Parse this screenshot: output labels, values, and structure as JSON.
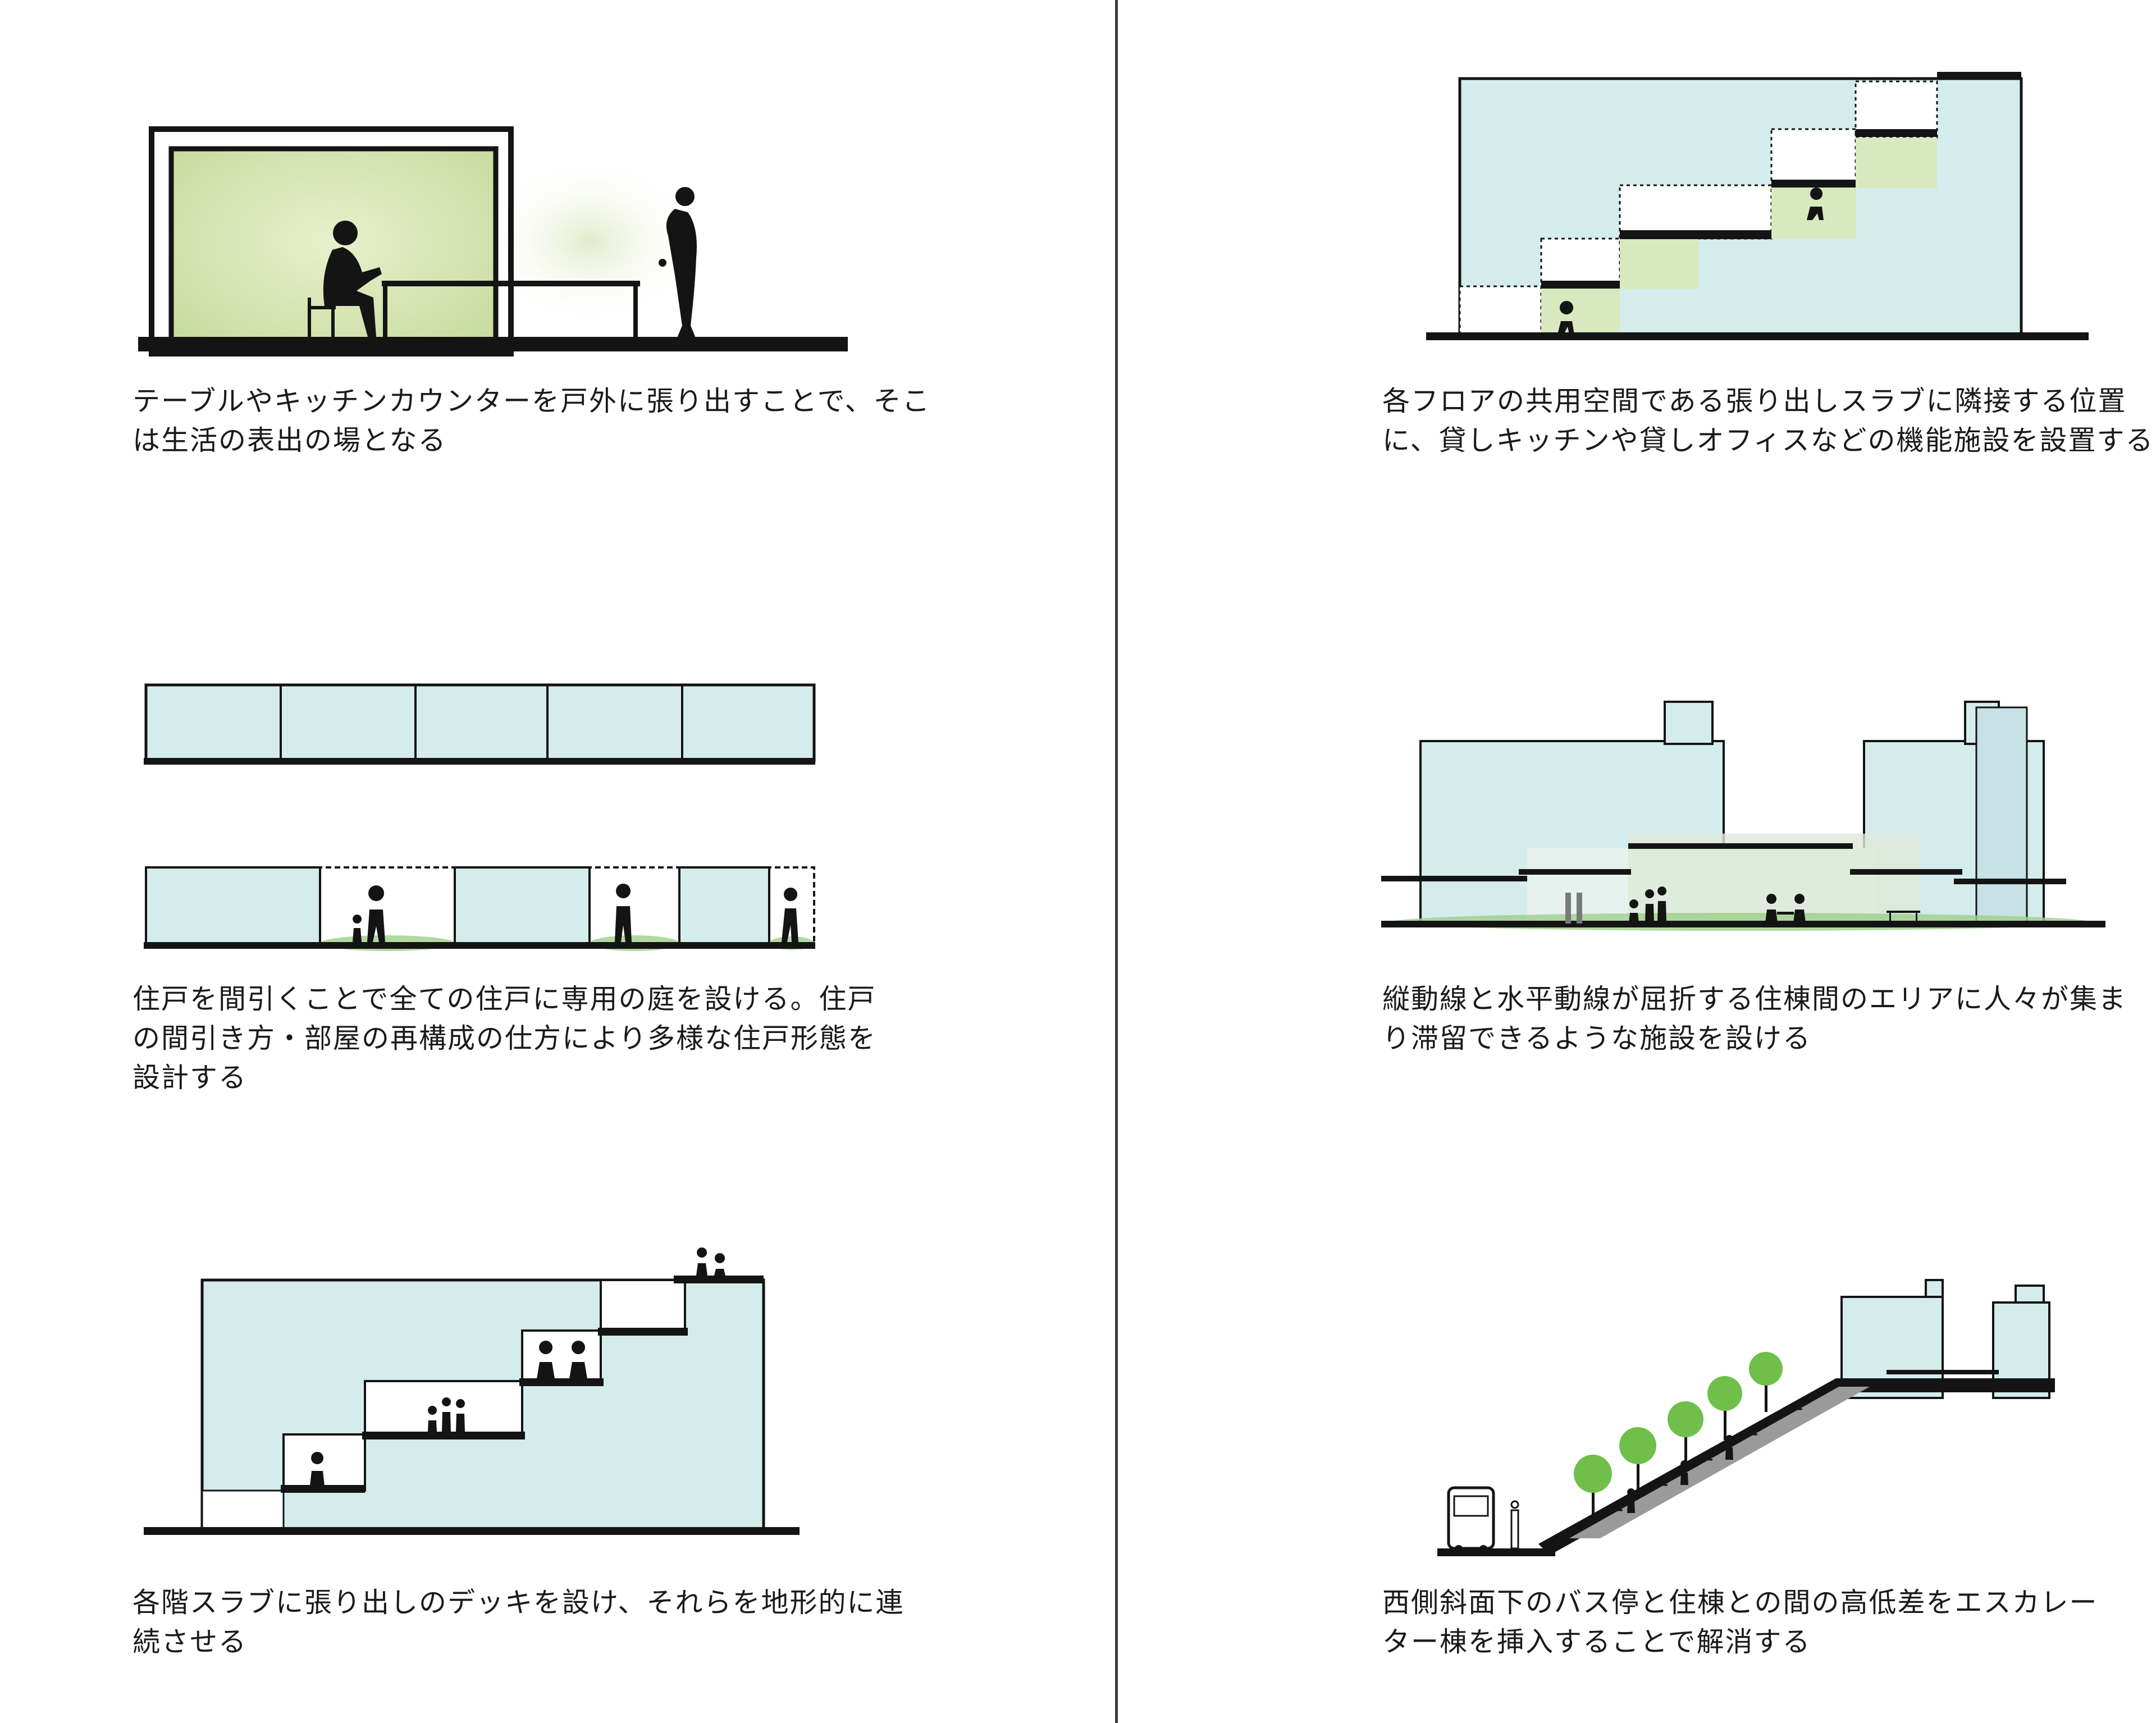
{
  "palette": {
    "sky_blue": "#d4ecec",
    "leaf_green": "#d8e8bf",
    "grass": "#9ed08a",
    "tree": "#6fbf4a",
    "ink": "#141414"
  },
  "panels": [
    {
      "caption": "テーブルやキッチンカウンターを戸外に張り出すことで、そこ\nは生活の表出の場となる"
    },
    {
      "caption": "各フロアの共用空間である張り出しスラブに隣接する位置\nに、貸しキッチンや貸しオフィスなどの機能施設を設置する"
    },
    {
      "caption": "住戸を間引くことで全ての住戸に専用の庭を設ける。住戸\nの間引き方・部屋の再構成の仕方により多様な住戸形態を\n設計する"
    },
    {
      "caption": "縦動線と水平動線が屈折する住棟間のエリアに人々が集ま\nり滞留できるような施設を設ける"
    },
    {
      "caption": "各階スラブに張り出しのデッキを設け、それらを地形的に連\n続させる"
    },
    {
      "caption": "西側斜面下のバス停と住棟との間の高低差をエスカレー\nター棟を挿入することで解消する"
    }
  ]
}
